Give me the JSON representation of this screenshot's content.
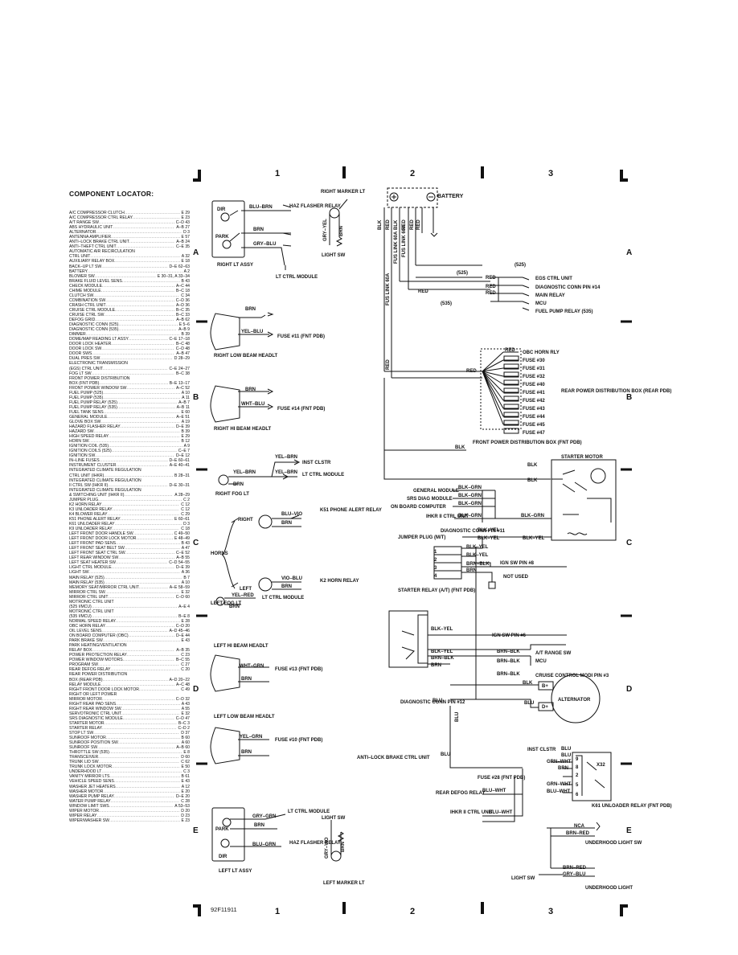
{
  "frame": {
    "columns": [
      "1",
      "2",
      "3"
    ],
    "rows": [
      "A",
      "B",
      "C",
      "D",
      "E"
    ],
    "figure_id": "92F11911"
  },
  "locator": {
    "title": "COMPONENT LOCATOR:",
    "items": [
      {
        "name": "A/C COMPRESSOR CLUTCH",
        "ref": "E 29"
      },
      {
        "name": "A/C COMPRESSOR CTRL RELAY",
        "ref": "E 23"
      },
      {
        "name": "A/T RANGE SW",
        "ref": "C–D 43"
      },
      {
        "name": "ABS HYDRAULIC UNIT",
        "ref": "A–B 27"
      },
      {
        "name": "ALTERNATOR",
        "ref": "D 3"
      },
      {
        "name": "ANTENNA AMPLIFIER",
        "ref": "E 57"
      },
      {
        "name": "ANTI–LOCK BRAKE CTRL UNIT",
        "ref": "A–B 24"
      },
      {
        "name": "ANTI–THEFT CTRL UNIT",
        "ref": "C–E 35"
      },
      {
        "name": "AUTOMATIC AIR RECIRCULATION",
        "ref": ""
      },
      {
        "name": "  CTRL UNIT",
        "ref": "A 32"
      },
      {
        "name": "AUXILIARY RELAY BOX",
        "ref": "E 18"
      },
      {
        "name": "BACK–UP LT SW",
        "ref": "D–E 62–63"
      },
      {
        "name": "BATTERY",
        "ref": "A 2"
      },
      {
        "name": "BLOWER SW",
        "ref": "E 30–31, A 33–34"
      },
      {
        "name": "BRAKE FLUID LEVEL SENS",
        "ref": "B 43"
      },
      {
        "name": "CHECK MODULE",
        "ref": "A–C 44"
      },
      {
        "name": "CHIME MODULE",
        "ref": "B–C 18"
      },
      {
        "name": "CLUTCH SW",
        "ref": "C 34"
      },
      {
        "name": "COMBINATION SW",
        "ref": "C–D 36"
      },
      {
        "name": "CRASH CTRL UNIT",
        "ref": "A–D 36"
      },
      {
        "name": "CRUISE CTRL MODULE",
        "ref": "B–C 35"
      },
      {
        "name": "CRUISE CTRL SW",
        "ref": "B–C 33"
      },
      {
        "name": "DEFOG GRID",
        "ref": "A–B 62"
      },
      {
        "name": "DIAGNOSTIC CONN (525)",
        "ref": "E 5–6"
      },
      {
        "name": "DIAGNOSTIC CONN (535)",
        "ref": "A–B 9"
      },
      {
        "name": "DIMMER",
        "ref": "B 39"
      },
      {
        "name": "DOME/MAP READING LT ASSY",
        "ref": "C–E 17–18"
      },
      {
        "name": "DOOR LOCK HEATER",
        "ref": "B–C 48"
      },
      {
        "name": "DOOR LOCK SW",
        "ref": "C–D 48"
      },
      {
        "name": "DOOR SWS",
        "ref": "A–B 47"
      },
      {
        "name": "DUAL PRES SW",
        "ref": "D 28–29"
      },
      {
        "name": "ELECTRONIC TRANSMISSION",
        "ref": ""
      },
      {
        "name": "  (EGS) CTRL UNIT",
        "ref": "C–E 24–27"
      },
      {
        "name": "FOG LT SW",
        "ref": "B–C 38"
      },
      {
        "name": "FRONT POWER DISTRIBUTION",
        "ref": ""
      },
      {
        "name": "  BOX (FNT PDB)",
        "ref": "B–E 13–17"
      },
      {
        "name": "FRONT POWER WINDOW SW",
        "ref": "A–C 52"
      },
      {
        "name": "FUEL PUMP (525)",
        "ref": "A 10"
      },
      {
        "name": "FUEL PUMP (535)",
        "ref": "A 11"
      },
      {
        "name": "FUEL PUMP RELAY (525)",
        "ref": "A–B 7"
      },
      {
        "name": "FUEL PUMP RELAY (535)",
        "ref": "A–B 11"
      },
      {
        "name": "FUEL TANK SENS",
        "ref": "E 60"
      },
      {
        "name": "GENERAL MODULE",
        "ref": "A–E 51"
      },
      {
        "name": "GLOVE BOX SW",
        "ref": "A 19"
      },
      {
        "name": "HAZARD FLASHER RELAY",
        "ref": "D–E 39"
      },
      {
        "name": "HAZARD SW",
        "ref": "B 39"
      },
      {
        "name": "HIGH SPEED RELAY",
        "ref": "E 29"
      },
      {
        "name": "HORN SW",
        "ref": "B 12"
      },
      {
        "name": "IGNITION COIL (535)",
        "ref": "A 9"
      },
      {
        "name": "IGNITION COILS (525)",
        "ref": "C–E 7"
      },
      {
        "name": "IGNITION SW",
        "ref": "D–E 12"
      },
      {
        "name": "IN–LINE FUSES",
        "ref": "D–E 60–61"
      },
      {
        "name": "INSTRUMENT CLUSTER",
        "ref": "A–E 40–41"
      },
      {
        "name": "INTEGRATED CLIMATE REGULATION",
        "ref": ""
      },
      {
        "name": "  CTRL UNIT (IHKR)",
        "ref": "B 28–31"
      },
      {
        "name": "INTEGRATED CLIMATE REGULATION",
        "ref": ""
      },
      {
        "name": "  II CTRL SW (IHKR II)",
        "ref": "D–E 30–31"
      },
      {
        "name": "INTEGRATED CLIMATE REGULATION",
        "ref": ""
      },
      {
        "name": "  & SWITCHING UNIT (IHKR II)",
        "ref": "A 28–29"
      },
      {
        "name": "JUMPER PLUG",
        "ref": "C 2"
      },
      {
        "name": "K2 HORN RELAY",
        "ref": "C 12"
      },
      {
        "name": "K3 UNLOADER RELAY",
        "ref": "C 12"
      },
      {
        "name": "K4 BLOWER RELAY",
        "ref": "C 29"
      },
      {
        "name": "K51 PHONE ALERT RELAY",
        "ref": "E 60–61"
      },
      {
        "name": "K61 UNLOADER RELAY",
        "ref": "D 3"
      },
      {
        "name": "K9 UNLOADER RELAY",
        "ref": "C 18"
      },
      {
        "name": "LEFT FRONT DOOR HANDLE SW",
        "ref": "C 49–50"
      },
      {
        "name": "LEFT FRONT DOOR LOCK MOTOR",
        "ref": "E 48–49"
      },
      {
        "name": "LEFT FRONT PAD SENS",
        "ref": "B 43"
      },
      {
        "name": "LEFT FRONT SEAT BELT SW",
        "ref": "A 47"
      },
      {
        "name": "LEFT FRONT SEAT CTRL SW",
        "ref": "C–E 52"
      },
      {
        "name": "LEFT REAR WINDOW SW",
        "ref": "A–B 55"
      },
      {
        "name": "LEFT SEAT HEATER SW",
        "ref": "C–D 54–55"
      },
      {
        "name": "LIGHT CTRL MODULE",
        "ref": "D–E 39"
      },
      {
        "name": "LIGHT SW",
        "ref": "A 36"
      },
      {
        "name": "MAIN RELAY (525)",
        "ref": "B 7"
      },
      {
        "name": "MAIN RELAY (535)",
        "ref": "A 10"
      },
      {
        "name": "MEMORY SEAT/MIRROR CTRL UNIT",
        "ref": "A–E 58–59"
      },
      {
        "name": "MIRROR CTRL SW",
        "ref": "E 32"
      },
      {
        "name": "MIRROR CTRL UNIT",
        "ref": "C–D 60"
      },
      {
        "name": "MOTRONIC CTRL UNIT",
        "ref": ""
      },
      {
        "name": "  (525 I/MCU)",
        "ref": "A–E 4"
      },
      {
        "name": "MOTRONIC CTRL UNIT",
        "ref": ""
      },
      {
        "name": "  (535 I/MCU)",
        "ref": "B–E 8"
      },
      {
        "name": "NORMAL SPEED RELAY",
        "ref": "E 28"
      },
      {
        "name": "OBC HORN RELAY",
        "ref": "C–D 20"
      },
      {
        "name": "OIL LEVEL SENS",
        "ref": "A–D 45–46"
      },
      {
        "name": "ON BOARD COMPUTER (OBC)",
        "ref": "D–E 44"
      },
      {
        "name": "PARK BRAKE SW",
        "ref": "E 43"
      },
      {
        "name": "PARK HEATING/VENTILATION",
        "ref": ""
      },
      {
        "name": "  RELAY BOX",
        "ref": "A–B 35"
      },
      {
        "name": "POWER PROTECTION RELAY",
        "ref": "C 23"
      },
      {
        "name": "POWER WINDOW MOTORS",
        "ref": "B–C 55"
      },
      {
        "name": "PROGRAM SW",
        "ref": "C 27"
      },
      {
        "name": "REAR DEFOG RELAY",
        "ref": "C 20"
      },
      {
        "name": "REAR POWER DISTRIBUTION",
        "ref": ""
      },
      {
        "name": "  BOX (REAR PDB)",
        "ref": "A–D 20–22"
      },
      {
        "name": "RELAY MODULE",
        "ref": "A–C 48"
      },
      {
        "name": "RIGHT FRONT DOOR LOCK MOTOR",
        "ref": "C 49"
      },
      {
        "name": "RIGHT OR LEFT POWER",
        "ref": ""
      },
      {
        "name": "  MIRROR MOTOR",
        "ref": "C–D 32"
      },
      {
        "name": "RIGHT REAR PAD SENS",
        "ref": "A 43"
      },
      {
        "name": "RIGHT REAR WINDOW SW",
        "ref": "A 55"
      },
      {
        "name": "SERVOTRONIC CTRL UNIT",
        "ref": "E 32"
      },
      {
        "name": "SRS DIAGNOSTIC MODULE",
        "ref": "C–D 47"
      },
      {
        "name": "STARTER MOTOR",
        "ref": "B–C 3"
      },
      {
        "name": "STARTER RELAY",
        "ref": "C–D 2"
      },
      {
        "name": "STOP LT SW",
        "ref": "D 37"
      },
      {
        "name": "SUNROOF MOTOR",
        "ref": "B 60"
      },
      {
        "name": "SUNROOF POSITION SW",
        "ref": "A 60"
      },
      {
        "name": "SUNROOF SW",
        "ref": "A–B 60"
      },
      {
        "name": "THROTTLE SW (535)",
        "ref": "E 8"
      },
      {
        "name": "TRANSCEIVER",
        "ref": "D 60"
      },
      {
        "name": "TRUNK LID SW",
        "ref": "C 62"
      },
      {
        "name": "TRUNK LOCK MOTOR",
        "ref": "E 50"
      },
      {
        "name": "UNDERHOOD LT",
        "ref": "C 3"
      },
      {
        "name": "VANITY MIRROR LTS",
        "ref": "B 61"
      },
      {
        "name": "VEHICLE SPEED SENS",
        "ref": "E 43"
      },
      {
        "name": "WASHER JET HEATERS",
        "ref": "A 12"
      },
      {
        "name": "WASHER MOTOR",
        "ref": "E 20"
      },
      {
        "name": "WASHER PUMP RELAY",
        "ref": "D–E 20"
      },
      {
        "name": "WATER PUMP RELAY",
        "ref": "C 28"
      },
      {
        "name": "WINDOW LIMIT SWS",
        "ref": "A 53–53"
      },
      {
        "name": "WIPER MOTOR",
        "ref": "D 20"
      },
      {
        "name": "WIPER RELAY",
        "ref": "D 23"
      },
      {
        "name": "WIPER/WASHER SW",
        "ref": "E 23"
      }
    ]
  },
  "col1": {
    "right_lt": {
      "dir": "DIR",
      "park": "PARK",
      "assy": "RIGHT LT ASSY",
      "w1": "BLU–BRN",
      "w2": "BRN",
      "w3": "GRY–BLU",
      "haz": "HAZ FLASHER RELAY",
      "ltctrl": "LT CTRL MODULE",
      "marker": "RIGHT MARKER LT",
      "w_gryyel": "GRY–YEL",
      "w_brn": "BRN",
      "lightsw": "LIGHT SW"
    },
    "right_low": {
      "w1": "BRN",
      "w2": "YEL–BLU",
      "fuse": "FUSE #11 (FNT PDB)",
      "name": "RIGHT LOW BEAM HEADLT"
    },
    "right_hi": {
      "w1": "BRN",
      "w2": "WHT–BLU",
      "fuse": "FUSE #14 (FNT PDB)",
      "name": "RIGHT HI BEAM HEADLT"
    },
    "right_fog": {
      "w1": "YEL–BRN",
      "w2": "BRN",
      "w3": "YEL–BRN",
      "w4": "YEL–BRN",
      "inst": "INST CLSTR",
      "ltctrl": "LT CTRL MODULE",
      "name": "RIGHT FOG LT"
    },
    "horns": {
      "label": "HORNS",
      "right": "RIGHT",
      "left": "LEFT",
      "w1": "BLU–VIO",
      "w2": "BRN",
      "w3": "VIO–BLU",
      "w4": "BRN",
      "k51": "K51 PHONE ALERT RELAY",
      "k2": "K2 HORN RELAY"
    },
    "left_fog": {
      "name": "LEFT FOG LT",
      "w1": "YEL–RED",
      "w2": "BRN",
      "ltctrl": "LT CTRL MODULE"
    },
    "left_hi": {
      "name": "LEFT HI BEAM HEADLT",
      "w1": "WHT–GRN",
      "w2": "BRN",
      "fuse": "FUSE #13 (FNT PDB)"
    },
    "left_low": {
      "name": "LEFT LOW BEAM HEADLT",
      "w1": "YEL–GRN",
      "w2": "BRN",
      "fuse": "FUSE #10 (FNT PDB)"
    },
    "left_lt": {
      "park": "PARK",
      "dir": "DIR",
      "assy": "LEFT LT ASSY",
      "w1": "GRY–GRN",
      "w2": "BRN",
      "w3": "BLU–GRN",
      "ltctrl": "LT CTRL MODULE",
      "haz": "HAZ FLASHER RELAY",
      "lightsw": "LIGHT SW",
      "w_gryvio": "GRY–VIO",
      "w_brn": "BRN",
      "marker": "LEFT MARKER LT"
    }
  },
  "col23": {
    "battery": "BATTERY",
    "vert_wires": [
      "BLK",
      "RED",
      "BLK",
      "RED",
      "RED",
      "RED",
      "RED"
    ],
    "fuse_links": [
      "FUS LINK 60A",
      "FUS LINK 60A",
      "FUS LINK 60A"
    ],
    "red": "RED",
    "n525": "(525)",
    "n535": "(535)",
    "a_targets": [
      "EGS CTRL UNIT",
      "DIAGNOSTIC CONN PIN #14",
      "MAIN RELAY",
      "MCU",
      "FUEL PUMP RELAY (535)"
    ],
    "obc": "OBC HORN RLY",
    "fuses": [
      "FUSE #30",
      "FUSE #31",
      "FUSE #32",
      "FUSE #40",
      "FUSE #41",
      "FUSE #42",
      "FUSE #43",
      "FUSE #44",
      "FUSE #45",
      "FUSE #47"
    ],
    "rear_pdb": "REAR POWER DISTRIBUTION BOX (REAR PDB)",
    "blk": "BLK",
    "fnt_pdb": "FRONT POWER DISTRIBUTION BOX (FNT PDB)",
    "starter_motor": "STARTER MOTOR",
    "modules": [
      "GENERAL MODULE",
      "SRS DIAG MODULE",
      "ON BOARD COMPUTER",
      "IHKR II CTRL UNIT"
    ],
    "blkgrn": "BLK–GRN",
    "diag11": "DIAGNOSTIC CONN PIN #11",
    "blkyel": "BLK–YEL",
    "jumper": "JUMPER PLUG (M/T)",
    "brnblk": "BRN–BLK",
    "brn": "BRN",
    "ign8": "IGN SW PIN #8",
    "not_used": "NOT USED",
    "starter_relay": "STARTER RELAY (A/T) (FNT PDB)",
    "ign6": "IGN SW PIN #6",
    "at_range": "A/T RANGE SW",
    "mcu": "MCU",
    "cruise": "CRUISE CONTROL MODI PIN #3",
    "alternator": "ALTERNATOR",
    "bplus": "B+",
    "dplus": "D+",
    "diag12": "DIAGNOSTIC CONN PIN #12",
    "blu": "BLU",
    "abs": "ANTI–LOCK BRAKE CTRL UNIT",
    "inst": "INST CLSTR",
    "grnwht": "GRN–WHT",
    "fuse28": "FUSE #28 (FNT PDB)",
    "rear_defog": "REAR DEFOG RELAY",
    "bluwht": "BLU–WHT",
    "ihkr": "IHKR II CTRL UNIT",
    "k61": "K61 UNLOADER RELAY (FNT PDB)",
    "nca": "NCA",
    "brnred": "BRN–RED",
    "underhood_sw": "UNDERHOOD LIGHT SW",
    "grybld": "GRY–BLU",
    "light_sw": "LIGHT SW",
    "underhood_lt": "UNDERHOOD LIGHT",
    "pin_nums": [
      "9",
      "8",
      "2",
      "5",
      "6"
    ],
    "x32": "X32"
  }
}
